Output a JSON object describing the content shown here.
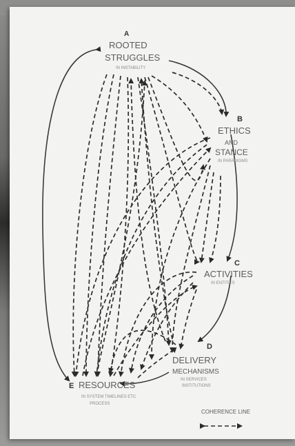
{
  "nodes": {
    "a": {
      "letter": "A",
      "title": "ROOTED",
      "title2": "STRUGGLES",
      "sub": "IN INSTABILITY"
    },
    "b": {
      "letter": "B",
      "title": "ETHICS",
      "title2": "AND",
      "title3": "STANCE",
      "sub": "IN PARADIGMS"
    },
    "c": {
      "letter": "C",
      "title": "ACTIVITIES",
      "sub": "IN ENTITIES"
    },
    "d": {
      "letter": "D",
      "title": "DELIVERY",
      "title2": "MECHANISMS",
      "sub": "IN SERVICES",
      "sub2": "INSTITUTIONS"
    },
    "e": {
      "letter": "E",
      "title": "RESOURCES",
      "sub": "IN SYSTEM TIMELINES ETC",
      "sub2": "PROCESS"
    }
  },
  "legend": {
    "label": "COHERENCE LINE"
  }
}
